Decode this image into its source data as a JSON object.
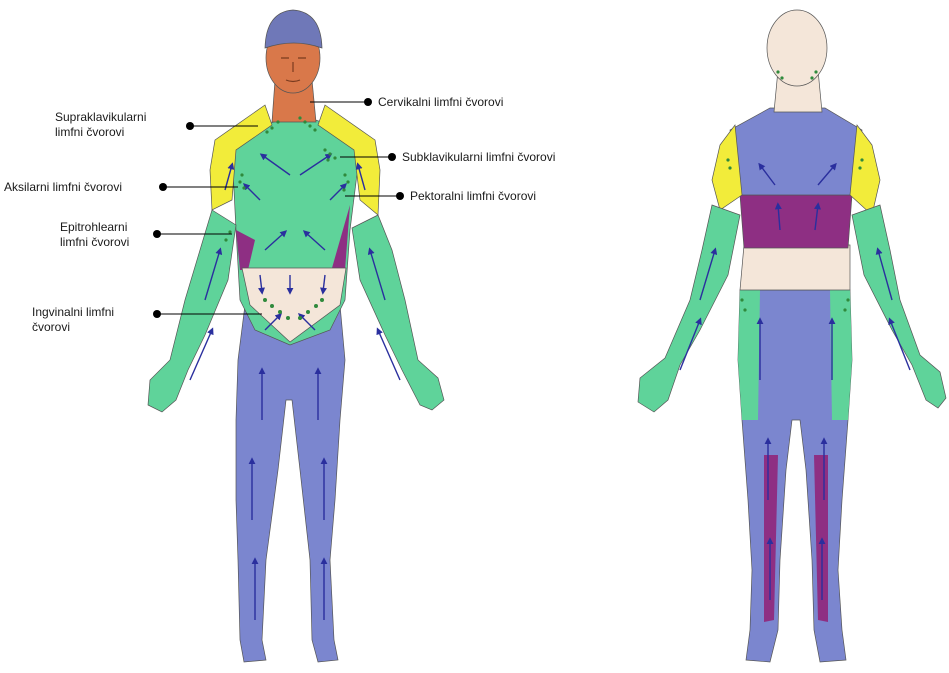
{
  "labels": {
    "supraklavikularni_1": "Supraklavikularni",
    "supraklavikularni_2": "limfni čvorovi",
    "cervikalni": "Cervikalni limfni čvorovi",
    "subklavikularni": "Subklavikularni limfni čvorovi",
    "aksilarni": "Aksilarni limfni čvorovi",
    "pektoralni": "Pektoralni limfni čvorovi",
    "epitrohlearni_1": "Epitrohlearni",
    "epitrohlearni_2": "limfni čvorovi",
    "ingvinalni_1": "Ingvinalni limfni",
    "ingvinalni_2": "čvorovi"
  },
  "colors": {
    "green": "#5fd39a",
    "blue": "#7b86cf",
    "yellow": "#f2ec3a",
    "purple": "#8e2f83",
    "skin": "#d9784a",
    "cream": "#f4e6d9",
    "cap": "#6f78b8",
    "arrow": "#2a2f9e",
    "node": "#2f8a3c"
  }
}
